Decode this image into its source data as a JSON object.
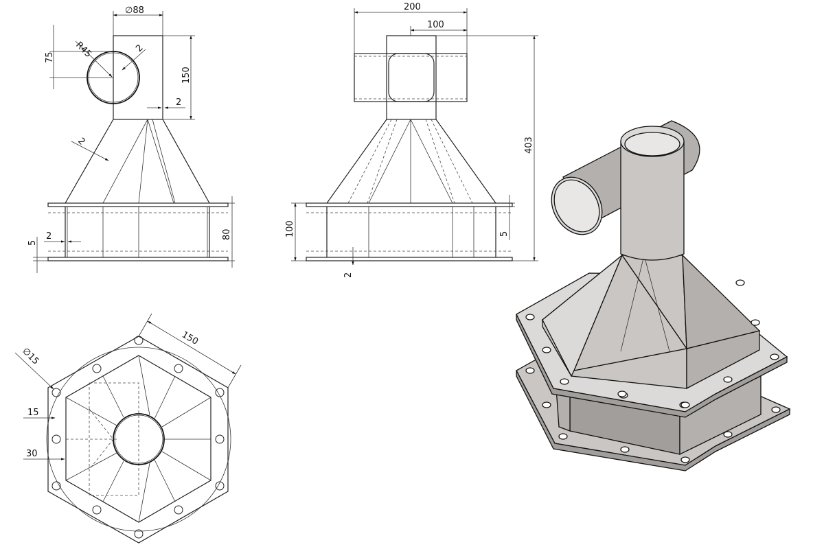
{
  "drawing": {
    "front_view": {
      "dims": {
        "pipe_diameter": "∅88",
        "pipe_radius": "R45",
        "pipe_center_height": "75",
        "pipe_wall": "2",
        "column_height": "150",
        "column_wall": "2",
        "hopper_wall": "2",
        "flange_thickness": "5",
        "box_wall": "2",
        "box_height": "80"
      }
    },
    "side_view": {
      "dims": {
        "pipe_length": "200",
        "half_length": "100",
        "overall_height": "403",
        "box_height": "100",
        "flange_thickness": "5",
        "box_wall": "2"
      }
    },
    "top_view": {
      "dims": {
        "hole_diameter": "∅15",
        "flange_side": "150",
        "offset_15": "15",
        "offset_30": "30"
      }
    },
    "iso_view": {}
  }
}
